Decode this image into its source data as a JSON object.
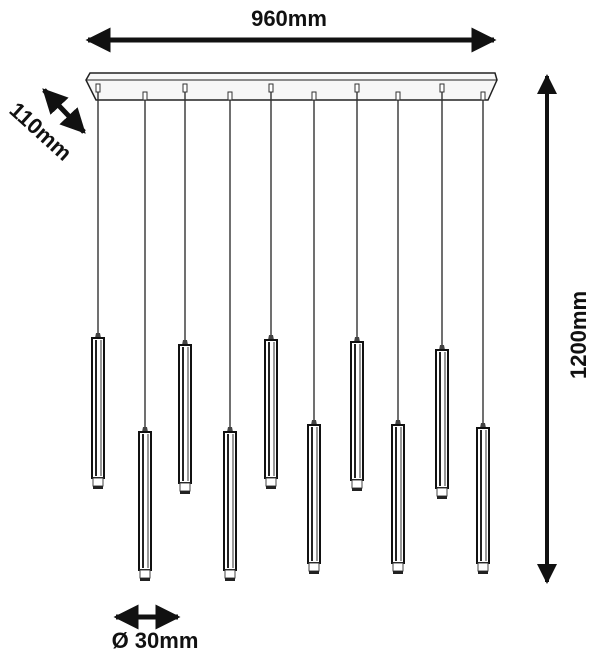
{
  "dimensions": {
    "width": "960mm",
    "depth": "110mm",
    "height": "1200mm",
    "diameter": "Ø 30mm"
  },
  "pendant_count": 10,
  "colors": {
    "line": "#111111",
    "canopy_fill": "#f7f7f7"
  }
}
